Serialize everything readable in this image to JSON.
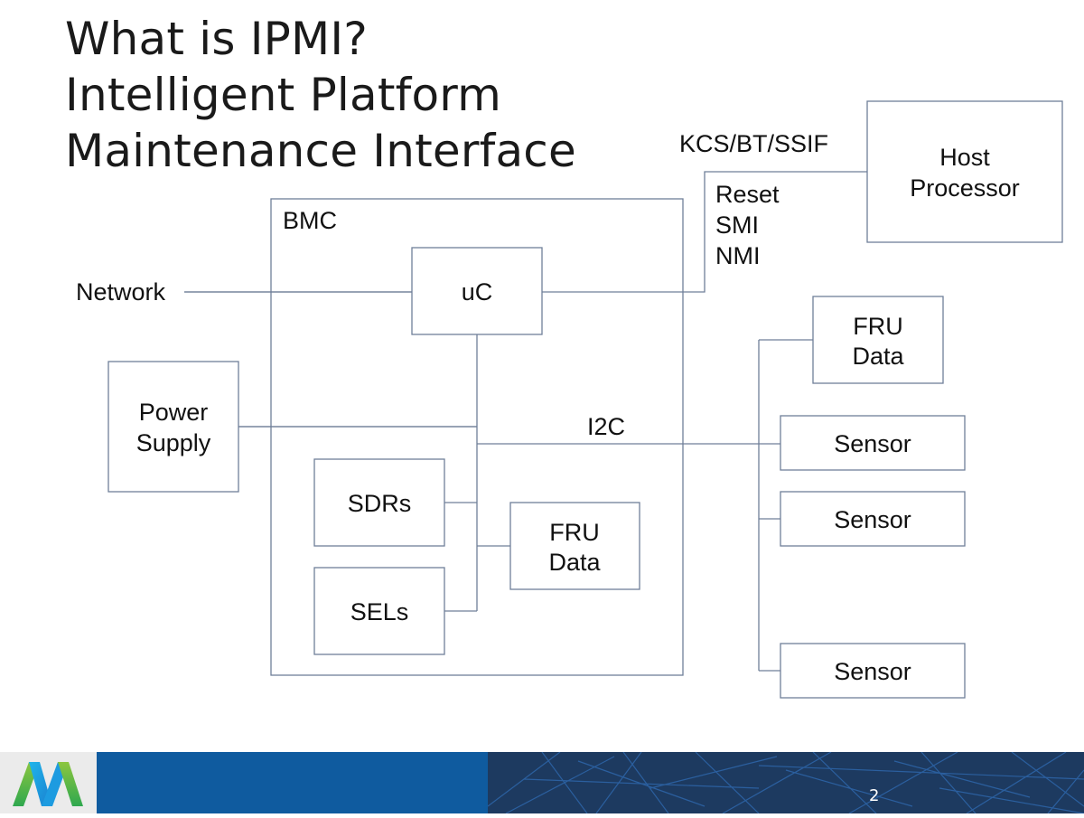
{
  "slide": {
    "title_lines": [
      "What is IPMI?",
      "Intelligent Platform",
      "Maintenance Interface"
    ],
    "page_number": "2"
  },
  "diagram": {
    "bmc": {
      "label": "BMC"
    },
    "uc": {
      "label": "uC"
    },
    "network": {
      "label": "Network"
    },
    "power_supply": {
      "lines": [
        "Power",
        "Supply"
      ]
    },
    "sdrs": {
      "label": "SDRs"
    },
    "sels": {
      "label": "SELs"
    },
    "fru_internal": {
      "lines": [
        "FRU",
        "Data"
      ]
    },
    "i2c": {
      "label": "I2C"
    },
    "host_interface": {
      "label": "KCS/BT/SSIF"
    },
    "host_signals": {
      "lines": [
        "Reset",
        "SMI",
        "NMI"
      ]
    },
    "host_processor": {
      "lines": [
        "Host",
        "Processor"
      ]
    },
    "fru_external": {
      "lines": [
        "FRU",
        "Data"
      ]
    },
    "sensors": [
      {
        "label": "Sensor"
      },
      {
        "label": "Sensor"
      },
      {
        "label": "Sensor"
      }
    ]
  },
  "colors": {
    "line": "#6f7f99",
    "footer_blue": "#0f5b9f",
    "footer_navy": "#1d3a60",
    "logo_green": "#5cb82e",
    "logo_blue": "#1aa6e4"
  }
}
